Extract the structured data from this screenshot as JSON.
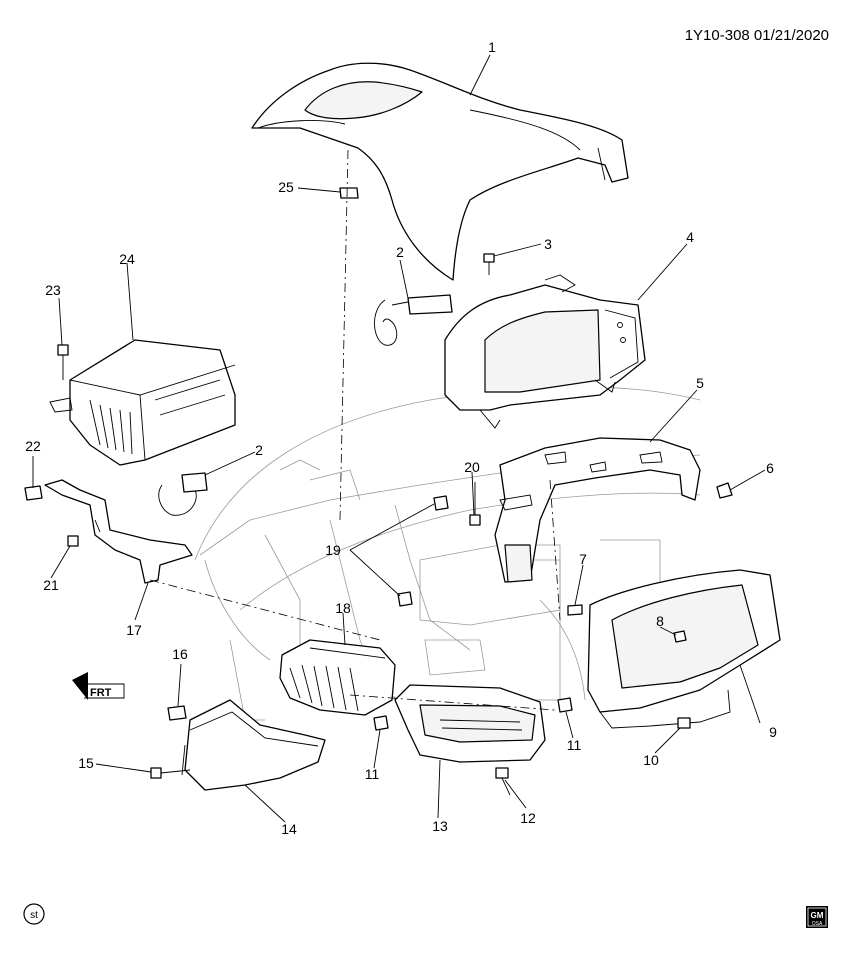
{
  "header": {
    "doc_id": "1Y10-308  01/21/2020"
  },
  "callouts": {
    "c1": "1",
    "c2a": "2",
    "c2b": "2",
    "c3": "3",
    "c4": "4",
    "c5": "5",
    "c6": "6",
    "c7": "7",
    "c8": "8",
    "c9": "9",
    "c10": "10",
    "c11a": "11",
    "c11b": "11",
    "c12": "12",
    "c13": "13",
    "c14": "14",
    "c15": "15",
    "c16": "16",
    "c17": "17",
    "c18": "18",
    "c19": "19",
    "c20": "20",
    "c21": "21",
    "c22": "22",
    "c23": "23",
    "c24": "24",
    "c25": "25"
  },
  "badges": {
    "st": "st",
    "front_arrow": "FRT",
    "brand_top": "GM",
    "brand_bottom": "OSA"
  },
  "colors": {
    "line": "#000000",
    "ghost": "#9a9a9a",
    "background": "#ffffff"
  }
}
